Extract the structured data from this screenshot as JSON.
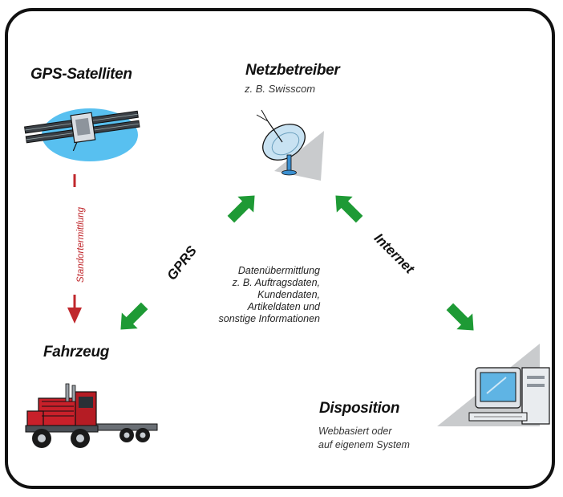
{
  "nodes": {
    "satellites": {
      "title": "GPS-Satelliten"
    },
    "provider": {
      "title": "Netzbetreiber",
      "subtitle": "z. B. Swisscom"
    },
    "vehicle": {
      "title": "Fahrzeug"
    },
    "dispatch": {
      "title": "Disposition",
      "lines": [
        "Webbasiert oder",
        "auf eigenem System"
      ]
    }
  },
  "links": {
    "gps_vehicle": "Standortermittlung",
    "gprs": "GPRS",
    "internet": "Internet"
  },
  "center_text": [
    "Datenübermittlung",
    "z. B. Auftragsdaten,",
    "Kundendaten,",
    "Artikeldaten und",
    "sonstige Informationen"
  ],
  "colors": {
    "arrow_green": "#1e9a35",
    "arrow_red": "#c0282d",
    "ellipse_blue": "#58c0f0",
    "shadow_gray": "#c9cbcd",
    "truck_red": "#c8202a"
  }
}
